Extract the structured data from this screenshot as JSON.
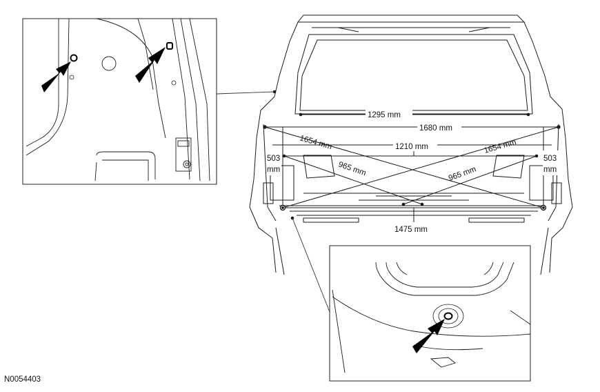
{
  "figure": {
    "id": "N0054403"
  },
  "dimensions": {
    "d1295": "1295 mm",
    "d1680": "1680 mm",
    "d1654_left": "1654 mm",
    "d1654_right": "1654 mm",
    "d1210": "1210 mm",
    "d965_left": "965 mm",
    "d965_right": "965 mm",
    "d503_left_value": "503",
    "d503_left_unit": "mm",
    "d503_right_value": "503",
    "d503_right_unit": "mm",
    "d1475": "1475 mm"
  },
  "colors": {
    "line": "#1a1a1a",
    "panel_border": "#333333",
    "arrow": "#000000"
  }
}
